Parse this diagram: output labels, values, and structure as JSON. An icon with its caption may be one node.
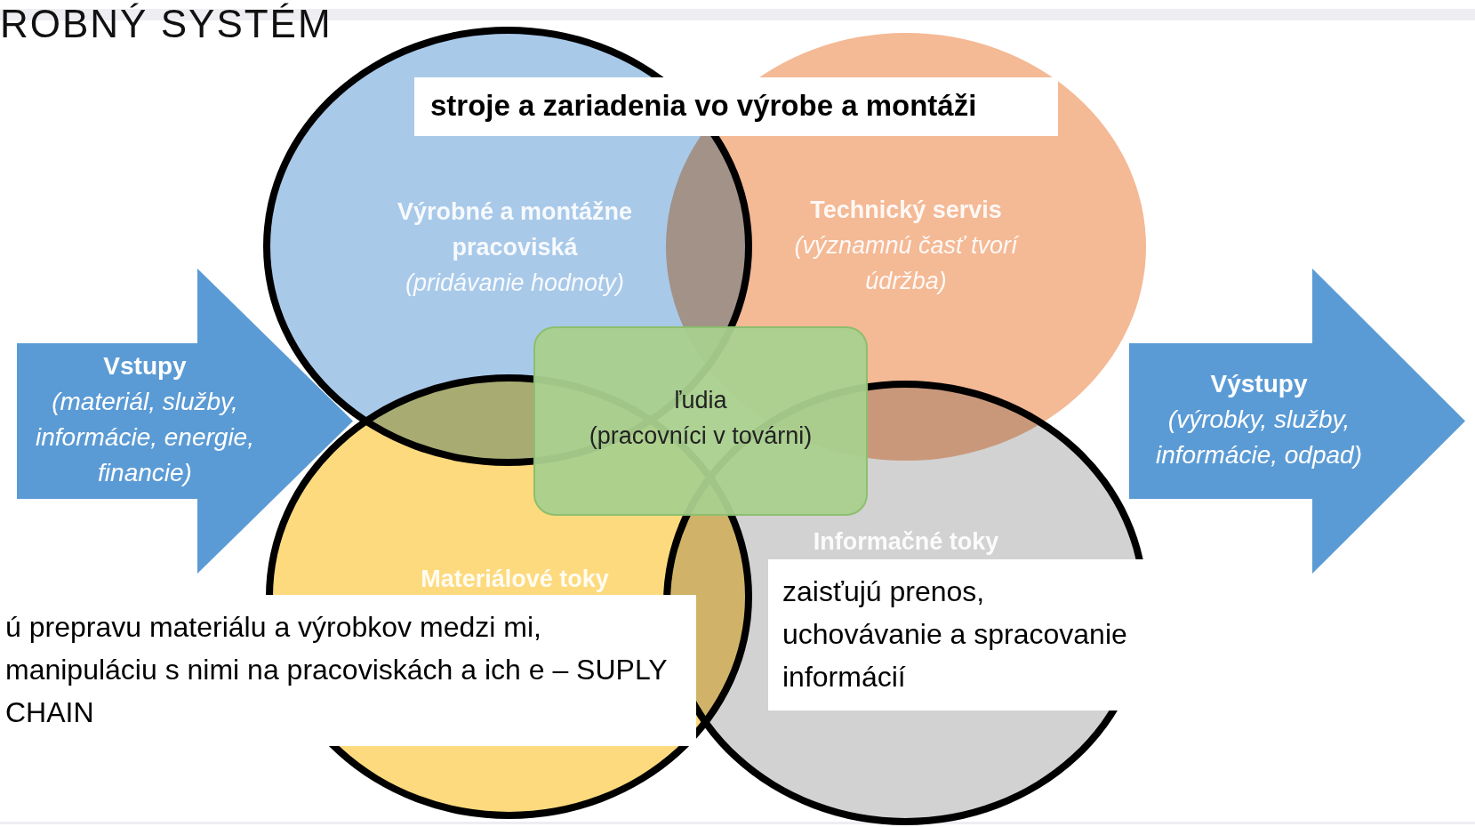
{
  "diagram": {
    "title": "ROBNÝ SYSTÉM",
    "nodes": [
      {
        "text": [
          "stroje a zariadenia vo výrobe a montáži"
        ]
      },
      {
        "text": [
          "Výrobné a montážne pracoviská",
          "(pridávanie hodnoty)"
        ]
      },
      {
        "text": [
          "Technický servis",
          "(významnú časť tvorí údržba)"
        ]
      },
      {
        "text": [
          "Vstupy",
          "(materiál, služby, informácie, energie, financie)"
        ]
      },
      {
        "text": [
          "ľudia",
          "(pracovníci v továrni)"
        ]
      },
      {
        "text": [
          "Výstupy",
          "(výrobky, služby, informácie, odpad)"
        ]
      },
      {
        "text": [
          "Materiálové toky"
        ]
      },
      {
        "text": [
          "Informačné toky"
        ]
      },
      {
        "text": [
          "zaisťujú prenos, uchovávanie a spracovanie informácií"
        ]
      },
      {
        "text": [
          "ú prepravu materiálu a výrobkov medzi mi, manipuláciu s nimi na pracoviskách a ich e – SUPLY CHAIN"
        ]
      }
    ],
    "edges": []
  }
}
